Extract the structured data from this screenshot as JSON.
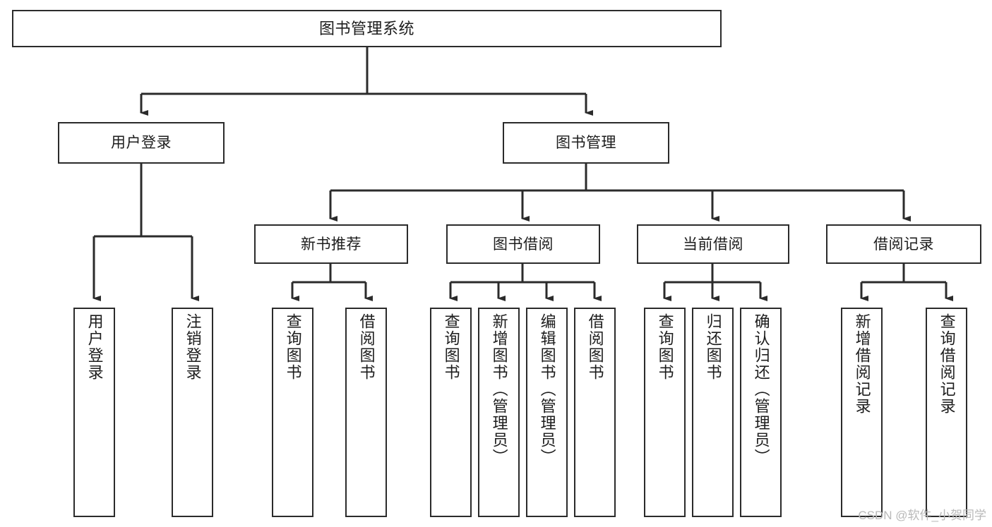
{
  "diagram": {
    "type": "hierarchy-tree",
    "title": "图书管理系统",
    "watermark": "CSDN @软件_小贺同学",
    "colors": {
      "box_border": "#2b2b2b",
      "box_fill": "#ffffff",
      "connector": "#2b2b2b",
      "text": "#1d1d1d",
      "watermark": "#b9b9b9",
      "background": "#ffffff"
    },
    "levels": {
      "level1": [
        {
          "id": "root",
          "label": "图书管理系统"
        }
      ],
      "level2": [
        {
          "id": "user-login",
          "label": "用户登录"
        },
        {
          "id": "book-management",
          "label": "图书管理"
        }
      ],
      "level3": [
        {
          "id": "new-book-recommend",
          "label": "新书推荐",
          "parent": "book-management"
        },
        {
          "id": "book-borrow",
          "label": "图书借阅",
          "parent": "book-management"
        },
        {
          "id": "current-borrow",
          "label": "当前借阅",
          "parent": "book-management"
        },
        {
          "id": "borrow-record",
          "label": "借阅记录",
          "parent": "book-management"
        }
      ],
      "leaves": [
        {
          "id": "leaf-user-login",
          "label": "用户登录",
          "parent": "user-login"
        },
        {
          "id": "leaf-logout-login",
          "label": "注销登录",
          "parent": "user-login"
        },
        {
          "id": "leaf-query-book-1",
          "label": "查询图书",
          "parent": "new-book-recommend"
        },
        {
          "id": "leaf-borrow-book-1",
          "label": "借阅图书",
          "parent": "new-book-recommend"
        },
        {
          "id": "leaf-query-book-2",
          "label": "查询图书",
          "parent": "book-borrow"
        },
        {
          "id": "leaf-add-book",
          "label": "新增图书（管理员）",
          "parent": "book-borrow"
        },
        {
          "id": "leaf-edit-book",
          "label": "编辑图书（管理员）",
          "parent": "book-borrow"
        },
        {
          "id": "leaf-borrow-book-2",
          "label": "借阅图书",
          "parent": "book-borrow"
        },
        {
          "id": "leaf-query-book-3",
          "label": "查询图书",
          "parent": "current-borrow"
        },
        {
          "id": "leaf-return-book",
          "label": "归还图书",
          "parent": "current-borrow"
        },
        {
          "id": "leaf-confirm-return",
          "label": "确认归还（管理员）",
          "parent": "current-borrow"
        },
        {
          "id": "leaf-add-record",
          "label": "新增借阅记录",
          "parent": "borrow-record"
        },
        {
          "id": "leaf-query-record",
          "label": "查询借阅记录",
          "parent": "borrow-record"
        }
      ]
    }
  }
}
